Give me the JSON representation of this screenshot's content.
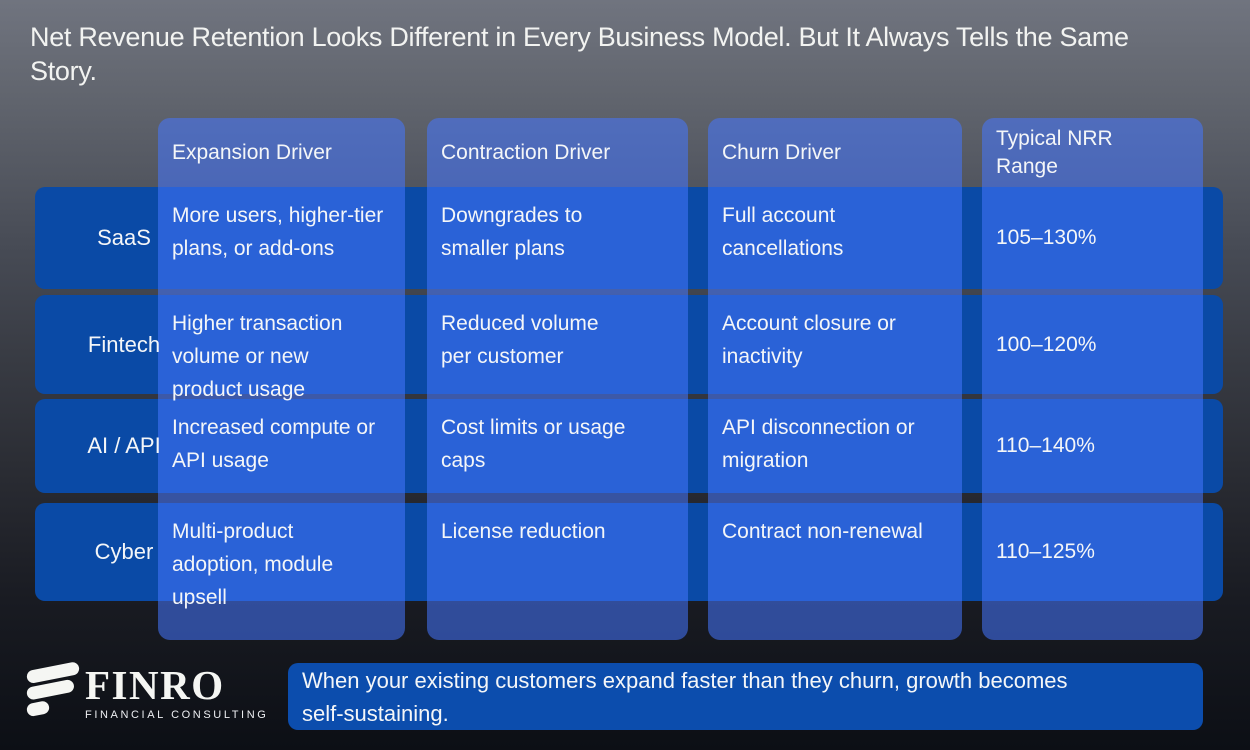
{
  "title": "Net Revenue Retention Looks Different in Every Business Model. But It Always Tells the Same Story.",
  "table": {
    "columns": [
      "Expansion Driver",
      "Contraction Driver",
      "Churn Driver",
      "Typical NRR Range"
    ],
    "rows": [
      {
        "label": "SaaS",
        "expansion": "More users, higher-tier plans, or add-ons",
        "contraction": "Downgrades to smaller plans",
        "churn": "Full account cancellations",
        "nrr": "105–130%"
      },
      {
        "label": "Fintech",
        "expansion": "Higher transaction volume or new product usage",
        "contraction": "Reduced volume per customer",
        "churn": "Account closure or inactivity",
        "nrr": "100–120%"
      },
      {
        "label": "AI / API",
        "expansion": "Increased compute or API usage",
        "contraction": "Cost limits or usage caps",
        "churn": "API disconnection or migration",
        "nrr": "110–140%"
      },
      {
        "label": "Cyber",
        "expansion": "Multi-product adoption, module upsell",
        "contraction": "License reduction",
        "churn": "Contract non-renewal",
        "nrr": "110–125%"
      }
    ]
  },
  "footer": {
    "callout": "When your existing customers expand faster than they churn, growth becomes self-sustaining.",
    "logo": {
      "name": "FINRO",
      "tagline": "FINANCIAL CONSULTING"
    }
  },
  "colors": {
    "row_bar_blue": "#0A4AA6",
    "cell_blue": "#2B62D7",
    "header_panel_blue": "#5368C5",
    "banner_blue": "#0C4DAD",
    "background_top": "#70747F",
    "background_bottom": "#0C0F15",
    "text": "#F4F6F8"
  }
}
